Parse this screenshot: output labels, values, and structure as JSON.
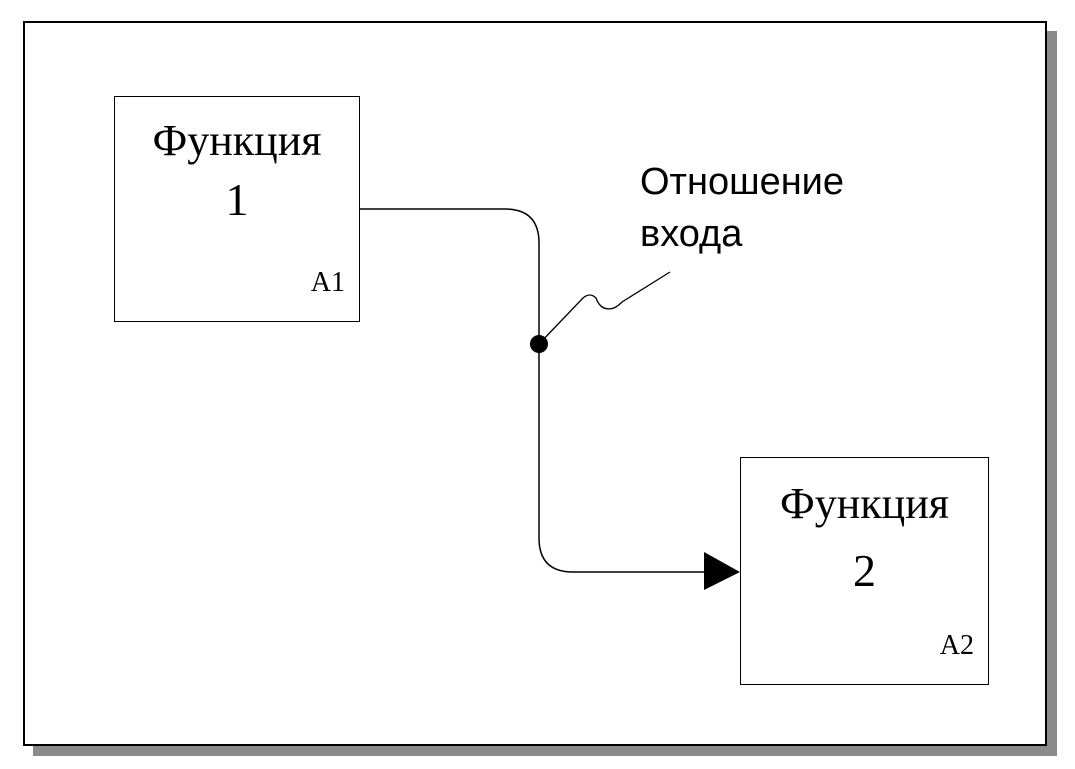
{
  "functions": [
    {
      "title": "Функция",
      "number": "1",
      "code": "A1"
    },
    {
      "title": "Функция",
      "number": "2",
      "code": "A2"
    }
  ],
  "relation": {
    "line1": "Отношение",
    "line2": "входа"
  }
}
